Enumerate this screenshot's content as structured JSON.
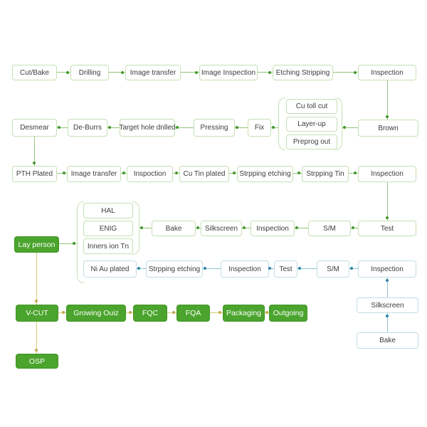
{
  "nodes": {
    "cut_bake": "Cut/Bake",
    "drilling": "Drilling",
    "image_transfer_1": "Image transfer",
    "image_inspection": "Image Inspection",
    "etching_stripping": "Etching Stripping",
    "inspection_1": "Inspection",
    "desmear": "Desmear",
    "de_burrs": "De-Burrs",
    "target_hole_dnlled": "Target hole dnlled",
    "pressing": "Pressing",
    "fix": "Fix",
    "cu_toll_cut": "Cu toll cut",
    "layer_up": "Layer-up",
    "preprog_out": "Preprog out",
    "brown": "Brown",
    "pth_plated": "PTH Plated",
    "image_transfer_2": "Image transfer",
    "inspoction": "Inspoction",
    "cu_tin_plated": "Cu Tin plated",
    "strpping_etching_1": "Strpping etching",
    "strpping_tin": "Strpping Tin",
    "inspection_2": "Inspection",
    "lay_person": "Lay person",
    "hal": "HAL",
    "enig": "ENIG",
    "inners_ion_tn": "Inners ion Tn",
    "bake_1": "Bake",
    "silkscreen_1": "Silkscreen",
    "inspection_3": "Inspection",
    "sm_1": "S/M",
    "test_1": "Test",
    "ni_au_plated": "Ni Au plated",
    "strpping_etching_2": "Strpping etching",
    "inspection_4": "Inspection",
    "test_2": "Test",
    "sm_2": "S/M",
    "inspection_5": "Inspection",
    "silkscreen_2": "Silkscreen",
    "bake_2": "Bake",
    "v_cut": "V-CUT",
    "growing_ouiz": "Growing Ouiz",
    "fqc": "FQC",
    "fqa": "FQA",
    "packaging": "Packaging",
    "outgoing": "Outgoing",
    "osp": "OSP"
  },
  "colors": {
    "process_box_border": "#c5e0b4",
    "blue_box_border": "#c3dde6",
    "green_connector": "#93c47d",
    "green_arrow_dot": "#44982e",
    "blue_connector": "#8fc3d4",
    "blue_arrow_dot": "#2f86a6",
    "yellow_connector": "#d2cb76",
    "yellow_arrow_dot": "#c2a84c",
    "green_fill": "#4ba42d",
    "text": "#3d3d3d"
  }
}
